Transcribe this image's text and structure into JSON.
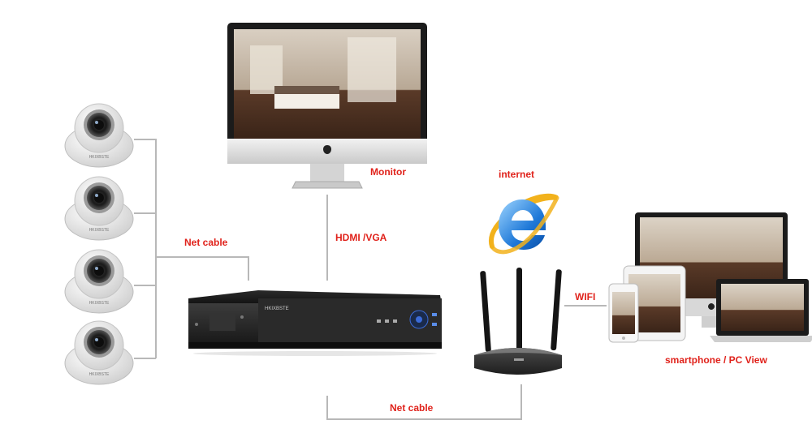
{
  "labels": {
    "net_cable_left": "Net cable",
    "hdmi_vga": "HDMI /VGA",
    "monitor": "Monitor",
    "internet": "internet",
    "wifi": "WIFI",
    "smartphone_pc_view": "smartphone / PC View",
    "net_cable_bottom": "Net cable"
  },
  "devices": {
    "nvr_brand": "HKIXBSTE",
    "camera_brand": "HKIXBSTE",
    "camera_count": 4
  },
  "colors": {
    "label_red": "#e0221b",
    "connector_gray": "#b8b8b8",
    "ie_blue": "#1e78d8",
    "ie_orbit": "#f2b21c"
  }
}
